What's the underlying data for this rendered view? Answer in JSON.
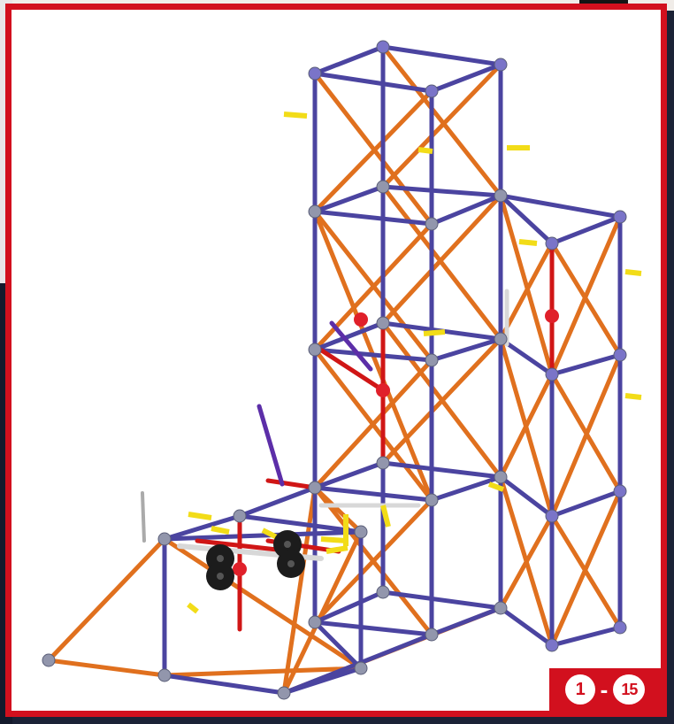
{
  "step": {
    "book": "1",
    "separator": "-",
    "number": "15"
  },
  "colors": {
    "frame": "#d2101e",
    "rod_blue": "#4b44a0",
    "rod_orange": "#e0701e",
    "rod_red": "#d01616",
    "rod_purple": "#5c2ea8",
    "connector_gray": "#8f93a8",
    "connector_yellow": "#f2dc18",
    "wheel_black": "#1c1c1c"
  },
  "icons": [
    "rod-blue",
    "rod-orange",
    "rod-red",
    "connector",
    "wheel",
    "arrow"
  ]
}
